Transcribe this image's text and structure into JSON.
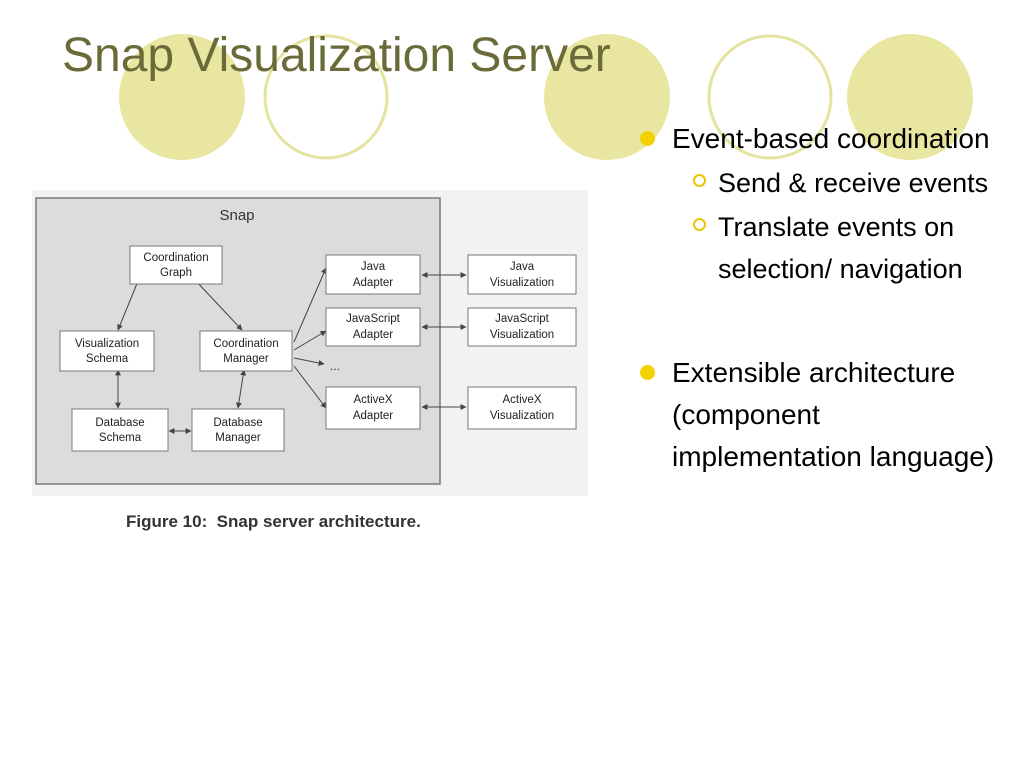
{
  "slide": {
    "title": "Snap Visualization Server"
  },
  "figure": {
    "caption": "Figure 10:  Snap server architecture.",
    "container_label": "Snap",
    "boxes": {
      "coordination_graph": [
        "Coordination",
        "Graph"
      ],
      "visualization_schema": [
        "Visualization",
        "Schema"
      ],
      "coordination_manager": [
        "Coordination",
        "Manager"
      ],
      "database_schema": [
        "Database",
        "Schema"
      ],
      "database_manager": [
        "Database",
        "Manager"
      ],
      "java_adapter": [
        "Java",
        "Adapter"
      ],
      "javascript_adapter": [
        "JavaScript",
        "Adapter"
      ],
      "activex_adapter": [
        "ActiveX",
        "Adapter"
      ],
      "java_visualization": [
        "Java",
        "Visualization"
      ],
      "javascript_visualization": [
        "JavaScript",
        "Visualization"
      ],
      "activex_visualization": [
        "ActiveX",
        "Visualization"
      ]
    },
    "ellipsis": "..."
  },
  "bullets": [
    {
      "text": "Event-based coordination",
      "sub": [
        "Send & receive events",
        "Translate events on selection/ navigation"
      ]
    },
    {
      "text": "Extensible architecture (component implementation language)",
      "sub": []
    }
  ],
  "colors": {
    "title": "#6b6b3a",
    "circle_fill": "#e8e6a0",
    "circle_outline": "#e5e3a0",
    "bullet": "#f3d200"
  }
}
